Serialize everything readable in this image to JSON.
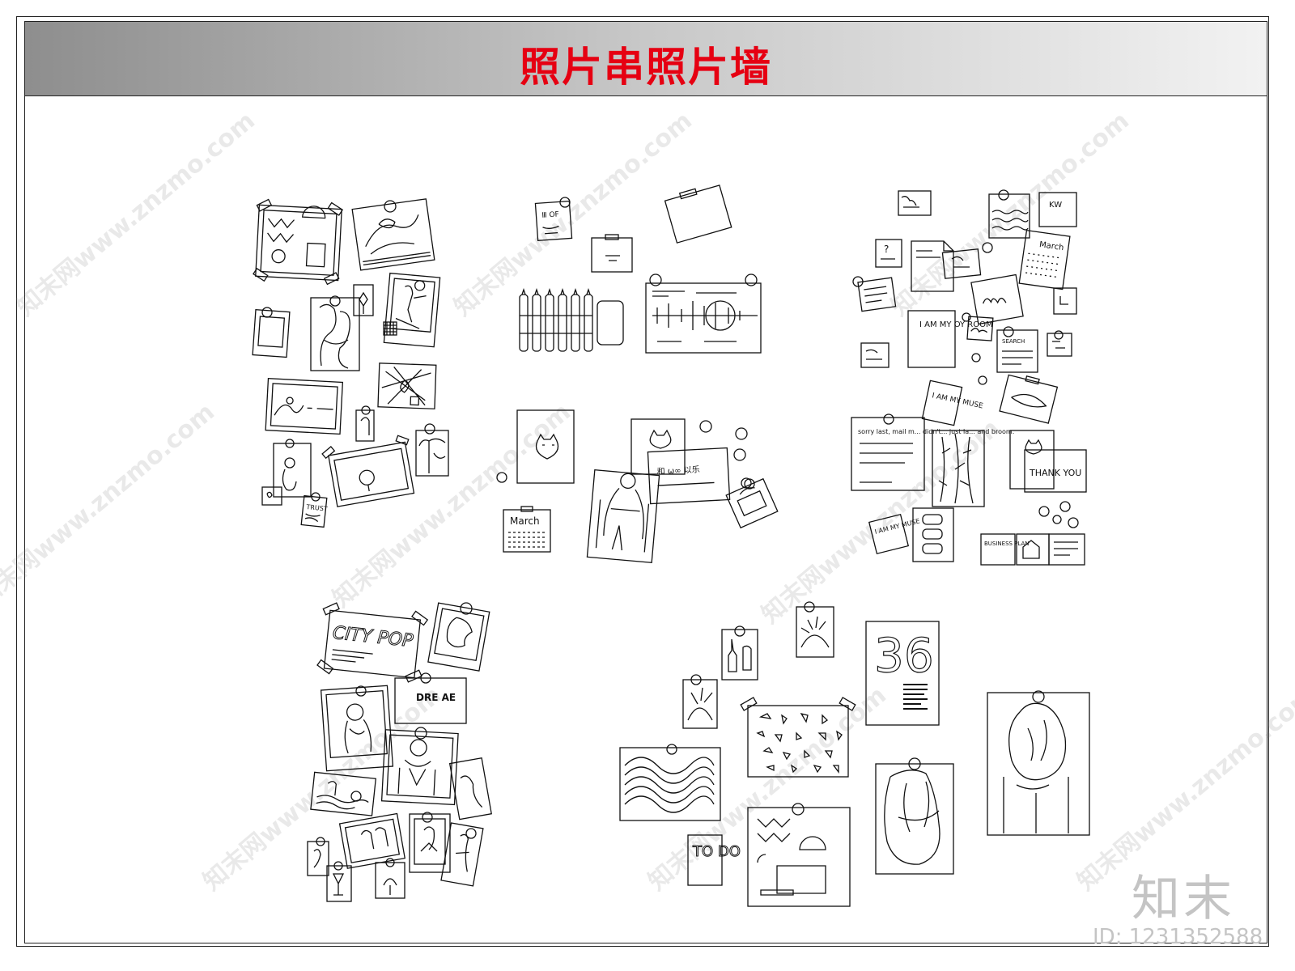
{
  "title": "照片串照片墙",
  "watermark": {
    "text": "知末网www.znzmo.com"
  },
  "logo": "知末",
  "image_id": "ID: 1231352588",
  "notes": {
    "group1_sticker": "TRUST",
    "group2_calendar": "March",
    "group2_note": "Ⅲ OF",
    "group2_card_scribble": "和 ω∞ 以乐",
    "group3_note_question": "?",
    "group3_calendar": "March",
    "group3_big_note": "I AM MY OY ROOM",
    "group3_small_note": "I AM MY MUSE",
    "group3_letter": "sorry last, mail m... didn't... just la... and broom.",
    "group3_thankyou": "THANK YOU",
    "group3_business": "BUSINESS PLAN",
    "group3_small_note2": "I AM MY MUSE",
    "group3_kw": "KW",
    "group3_search": "SEARCH",
    "group4_poster": "CITY POP",
    "group4_card": "DRE AE",
    "group5_number": "36",
    "group5_todo": "TO DO"
  },
  "colors": {
    "title": "#e60012",
    "line": "#111111",
    "watermark": "#787878"
  }
}
